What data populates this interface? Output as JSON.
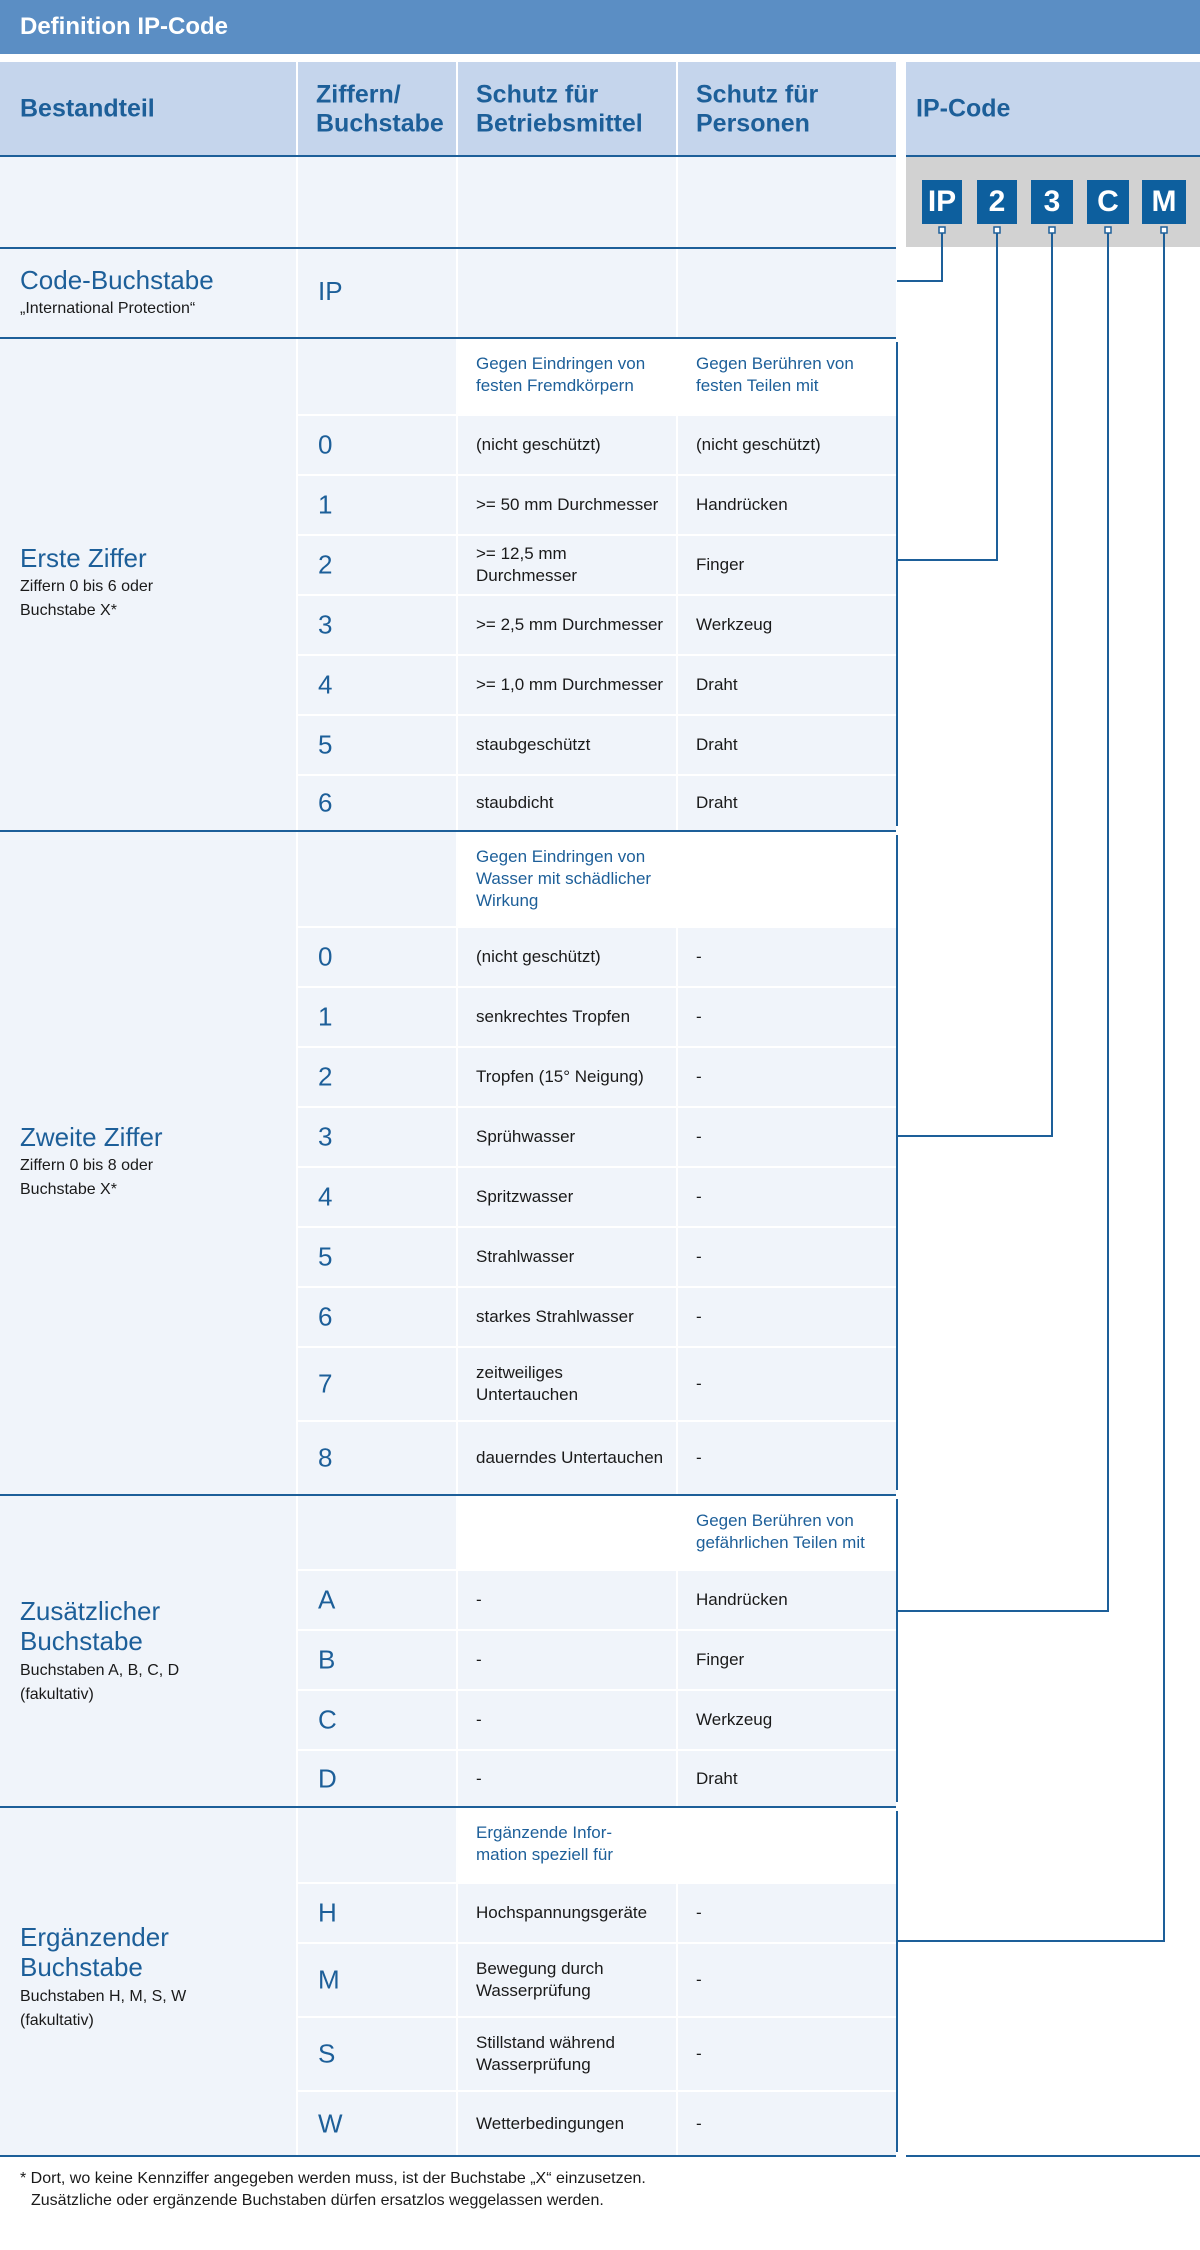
{
  "title": "Definition IP-Code",
  "headers": {
    "col1": "Bestandteil",
    "col2": "Ziffern/ Buchstabe",
    "col3": "Schutz für Betriebsmittel",
    "col4": "Schutz für Personen",
    "col5": "IP-Code"
  },
  "ip_code_boxes": [
    "IP",
    "2",
    "3",
    "C",
    "M"
  ],
  "sections": [
    {
      "title": "Code-Buchstabe",
      "subtitle": "„International Protection“",
      "subheader": {
        "col3": "",
        "col4": ""
      },
      "rows": [
        {
          "code": "IP",
          "col3": "",
          "col4": ""
        }
      ]
    },
    {
      "title": "Erste Ziffer",
      "subtitle": "Ziffern 0 bis 6 oder Buchstabe X*",
      "subheader": {
        "col3": "Gegen Eindringen von festen Fremdkörpern",
        "col4": "Gegen Berühren von festen Teilen mit"
      },
      "rows": [
        {
          "code": "0",
          "col3": "(nicht geschützt)",
          "col4": "(nicht geschützt)"
        },
        {
          "code": "1",
          "col3": ">= 50 mm Durchmesser",
          "col4": "Handrücken"
        },
        {
          "code": "2",
          "col3": ">= 12,5 mm Durchmesser",
          "col4": "Finger"
        },
        {
          "code": "3",
          "col3": ">= 2,5 mm Durchmesser",
          "col4": "Werkzeug"
        },
        {
          "code": "4",
          "col3": ">= 1,0 mm Durchmesser",
          "col4": "Draht"
        },
        {
          "code": "5",
          "col3": "staubgeschützt",
          "col4": "Draht"
        },
        {
          "code": "6",
          "col3": "staubdicht",
          "col4": "Draht"
        }
      ]
    },
    {
      "title": "Zweite Ziffer",
      "subtitle": "Ziffern 0 bis 8 oder Buchstabe X*",
      "subheader": {
        "col3": "Gegen Eindringen von Wasser mit schädlicher Wirkung",
        "col4": ""
      },
      "rows": [
        {
          "code": "0",
          "col3": "(nicht geschützt)",
          "col4": "-"
        },
        {
          "code": "1",
          "col3": "senkrechtes Tropfen",
          "col4": "-"
        },
        {
          "code": "2",
          "col3": "Tropfen (15° Neigung)",
          "col4": "-"
        },
        {
          "code": "3",
          "col3": "Sprühwasser",
          "col4": "-"
        },
        {
          "code": "4",
          "col3": "Spritzwasser",
          "col4": "-"
        },
        {
          "code": "5",
          "col3": "Strahlwasser",
          "col4": "-"
        },
        {
          "code": "6",
          "col3": "starkes Strahlwasser",
          "col4": "-"
        },
        {
          "code": "7",
          "col3": "zeitweiliges Untertauchen",
          "col4": "-"
        },
        {
          "code": "8",
          "col3": "dauerndes Untertauchen",
          "col4": "-"
        }
      ]
    },
    {
      "title": "Zusätzlicher Buchstabe",
      "subtitle": "Buchstaben A, B, C, D (fakultativ)",
      "subheader": {
        "col3": "",
        "col4": "Gegen Berühren von gefährlichen Teilen mit"
      },
      "rows": [
        {
          "code": "A",
          "col3": "-",
          "col4": "Handrücken"
        },
        {
          "code": "B",
          "col3": "-",
          "col4": "Finger"
        },
        {
          "code": "C",
          "col3": "-",
          "col4": "Werkzeug"
        },
        {
          "code": "D",
          "col3": "-",
          "col4": "Draht"
        }
      ]
    },
    {
      "title": "Ergänzender Buchstabe",
      "subtitle": "Buchstaben H, M, S, W (fakultativ)",
      "subheader": {
        "col3": "Ergänzende Infor-mation speziell für",
        "col4": ""
      },
      "rows": [
        {
          "code": "H",
          "col3": "Hochspannungsgeräte",
          "col4": "-"
        },
        {
          "code": "M",
          "col3": "Bewegung durch Wasserprüfung",
          "col4": "-"
        },
        {
          "code": "S",
          "col3": "Stillstand während Wasserprüfung",
          "col4": "-"
        },
        {
          "code": "W",
          "col3": "Wetterbedingungen",
          "col4": "-"
        }
      ]
    }
  ],
  "footnote": [
    "* Dort, wo keine Kennziffer angegeben werden muss, ist der Buchstabe „X“ einzusetzen.",
    "Zusätzliche oder ergänzende Buchstaben dürfen ersatzlos weggelassen werden."
  ],
  "colors": {
    "accent": "#1d5f99",
    "title_bar": "#5b8ec4",
    "header_bg": "#c5d5ec",
    "row_bg": "#f0f4fa",
    "code_box": "#0d5f9e"
  }
}
